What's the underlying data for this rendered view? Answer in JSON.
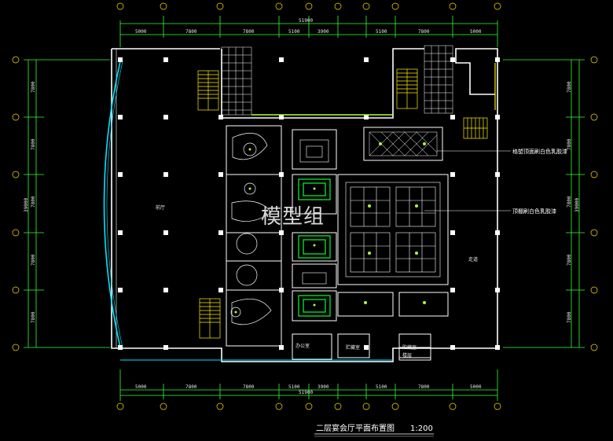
{
  "drawing": {
    "title": "二层宴会厅平面布置图",
    "scale": "1:200",
    "watermark": "模型组",
    "colors": {
      "background": "#000000",
      "wall": "#ffffff",
      "dimension": "#33ff33",
      "grid_axis": "#ffe000",
      "ceiling_detail": "#ffffff",
      "glass_curtain": "#00e5ff",
      "green_panels": "#00ff33",
      "stair": "#ffee00"
    }
  },
  "dimensions": {
    "top_segments": [
      "5000",
      "7800",
      "7800",
      "5100",
      "3900",
      "5100",
      "7800",
      "5000"
    ],
    "top_total": "51900",
    "bottom_segments": [
      "5000",
      "7800",
      "7800",
      "5100",
      "3900",
      "5100",
      "7800",
      "5000"
    ],
    "bottom_total": "51900",
    "left_segments": [
      "7800",
      "7800",
      "7800",
      "7800",
      "7800"
    ],
    "left_total": "39000",
    "right_segments": [
      "7800",
      "7800",
      "7800",
      "7800",
      "7800"
    ],
    "right_total": "39000"
  },
  "rooms": {
    "hall": "前厅",
    "corridor": "走道",
    "office": "办公室",
    "storage_1": "贮藏室",
    "storage_2": "贮藏室",
    "lobby": "楼层"
  },
  "annotations": {
    "note_1": "格塑顶面刷白色乳胶漆",
    "note_2": "顶棚刷白色乳胶漆"
  }
}
